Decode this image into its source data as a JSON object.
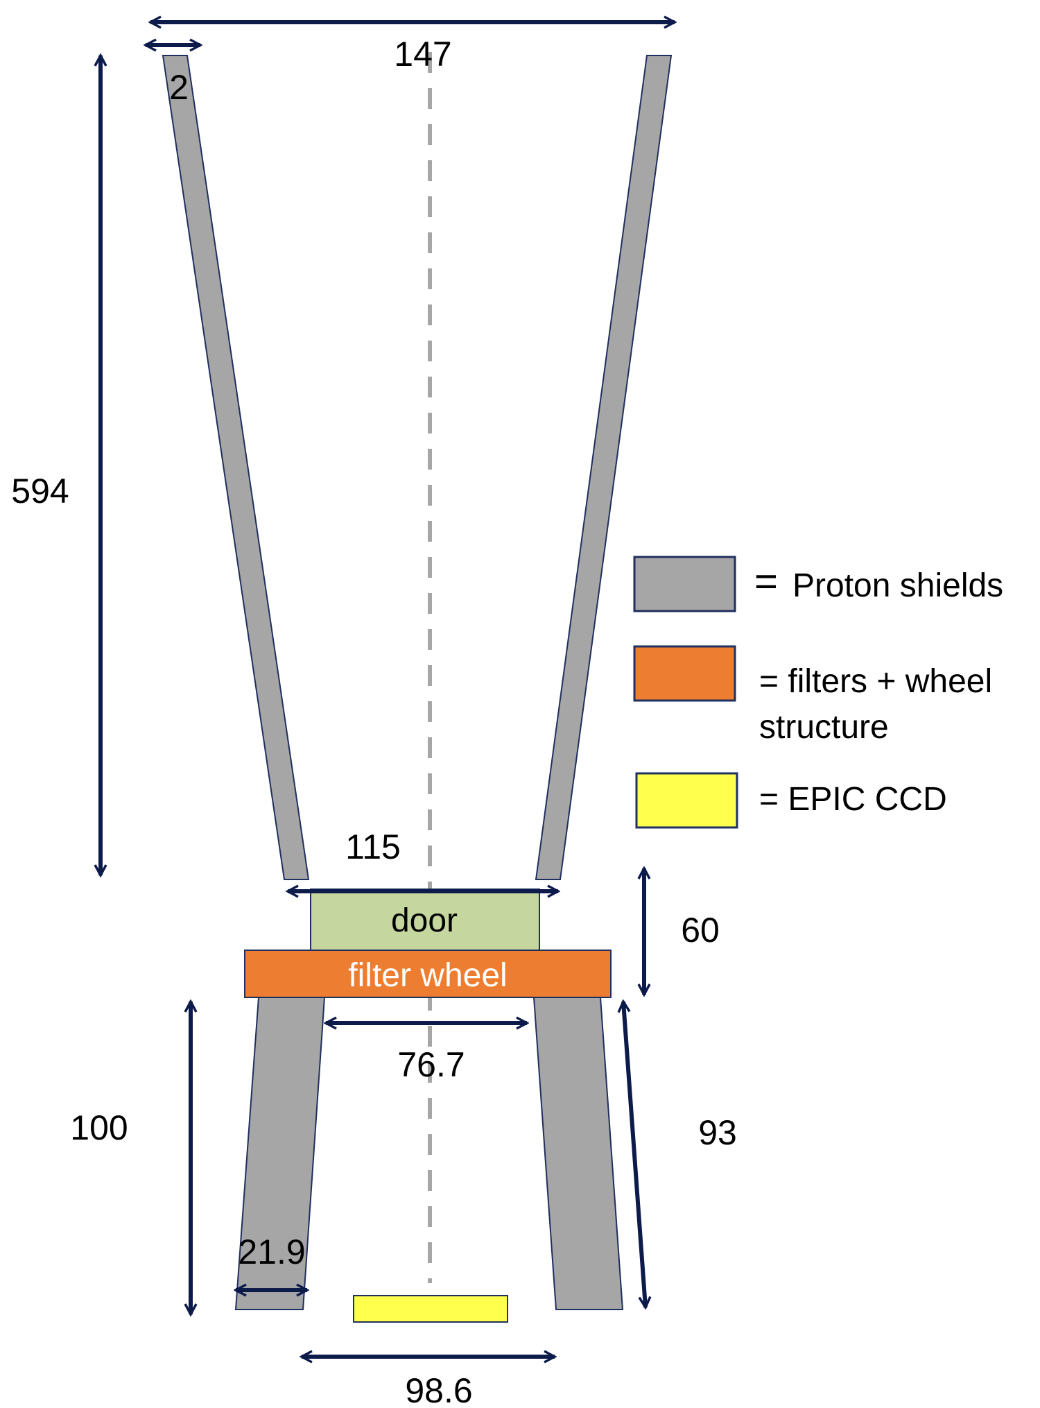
{
  "diagram": {
    "dimensions": {
      "top_width": "147",
      "shield_thickness": "2",
      "upper_shield_height": "594",
      "door_opening_width": "115",
      "door_wheel_height": "60",
      "lower_inner_width": "76.7",
      "lower_shield_height": "100",
      "lower_shield_length": "93",
      "lower_shield_thickness": "21.9",
      "ccd_spacing_width": "98.6"
    },
    "component_labels": {
      "door": "door",
      "filter_wheel": "filter wheel"
    },
    "legend": [
      {
        "equals": "=",
        "lines": [
          "Proton shields"
        ],
        "color": "#a6a6a6"
      },
      {
        "equals": "",
        "lines": [
          "= filters + wheel",
          "structure"
        ],
        "color": "#ed7d31"
      },
      {
        "equals": "",
        "lines": [
          "= EPIC CCD"
        ],
        "color": "#ffff4d"
      }
    ],
    "colors": {
      "shield": "#a6a6a6",
      "door": "#c5d79f",
      "filter_wheel": "#ed7d31",
      "ccd": "#ffff4d",
      "arrow": "#0d1b4b",
      "centerline": "#a6a6a6",
      "outline": "#1f2f5f"
    },
    "icons": [
      "double-arrow-icon"
    ]
  }
}
